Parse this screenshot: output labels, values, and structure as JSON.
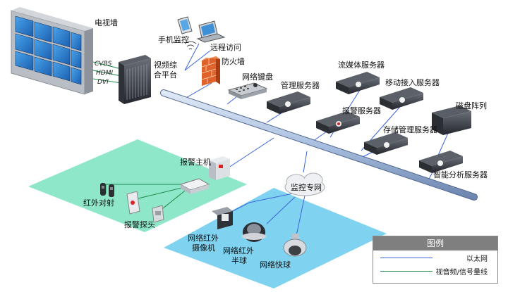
{
  "colors": {
    "ethernet": "#3a64d8",
    "av_signal": "#1f8a4c",
    "backbone": "#a9bfe0",
    "alarm_zone": "#8ee7c9",
    "camera_zone": "#7fd3f0",
    "legend_header": "#7f7f7f"
  },
  "labels": {
    "tv_wall": "电视墙",
    "video_platform_1": "视频综",
    "video_platform_2": "合平台",
    "mobile_monitor": "手机监控",
    "remote_access": "远程访问",
    "firewall": "防火墙",
    "network_keyboard": "网络键盘",
    "management_server": "管理服务器",
    "streaming_server": "流媒体服务器",
    "mobile_access_server": "移动接入服务器",
    "alarm_server": "报警服务器",
    "disk_array": "磁盘阵列",
    "storage_server": "存储管理服务器",
    "ai_server": "智能分析服务器",
    "alarm_host": "报警主机",
    "monitor_network": "监控专网",
    "ir_beam": "红外对射",
    "alarm_probe": "报警探头",
    "ir_camera_1": "网络红外",
    "ir_camera_2": "摄像机",
    "ir_dome_1": "网络红外",
    "ir_dome_2": "半球",
    "speed_dome": "网络快球"
  },
  "signals": {
    "cvbs": "CVBS",
    "hdmi": "HDMI",
    "dvi": "DVI"
  },
  "legend": {
    "title": "图例",
    "ethernet": "以太网",
    "av_signal": "视音频/信号量线"
  },
  "icons": {
    "tv_wall": "monitor-grid-icon",
    "platform": "rack-chassis-icon",
    "firewall": "brick-wall-icon",
    "keyboard": "keyboard-joystick-icon",
    "server": "rack-server-icon",
    "disk_array": "storage-box-icon",
    "cloud": "cloud-icon",
    "camera": "camera-icon",
    "dome": "dome-camera-icon"
  }
}
